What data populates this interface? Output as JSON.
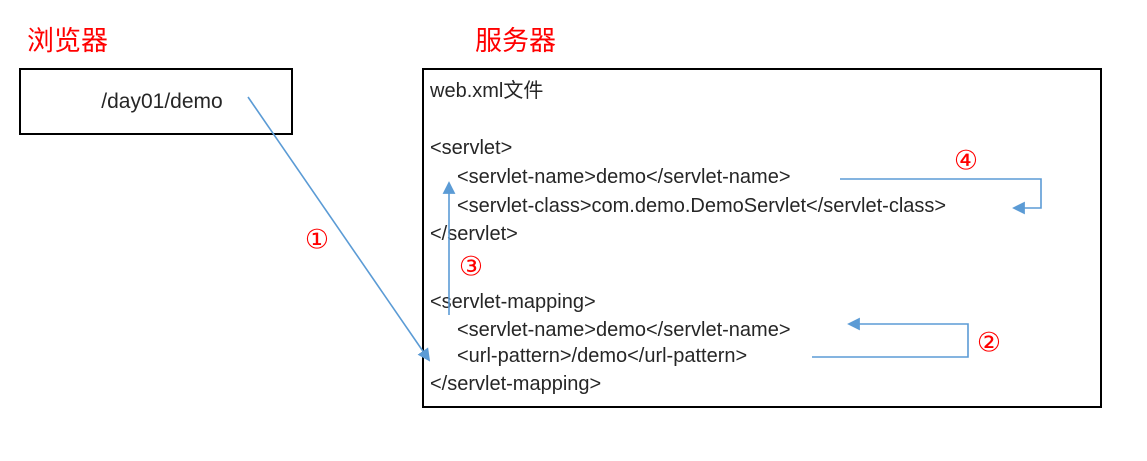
{
  "labels": {
    "browser": "浏览器",
    "server": "服务器"
  },
  "browser": {
    "request_url": "/day01/demo"
  },
  "server": {
    "file_title": "web.xml文件",
    "code_lines": [
      "<servlet>",
      "<servlet-name>demo</servlet-name>",
      "<servlet-class>com.demo.DemoServlet</servlet-class>",
      "</servlet>",
      "<servlet-mapping>",
      "<servlet-name>demo</servlet-name>",
      "<url-pattern>/demo</url-pattern>",
      "</servlet-mapping>"
    ]
  },
  "steps": {
    "step1": "①",
    "step2": "②",
    "step3": "③",
    "step4": "④"
  },
  "colors": {
    "connector_blue": "#5B9BD5",
    "label_red": "#FF0000",
    "code_text": "#262626",
    "box_border": "#000000"
  }
}
